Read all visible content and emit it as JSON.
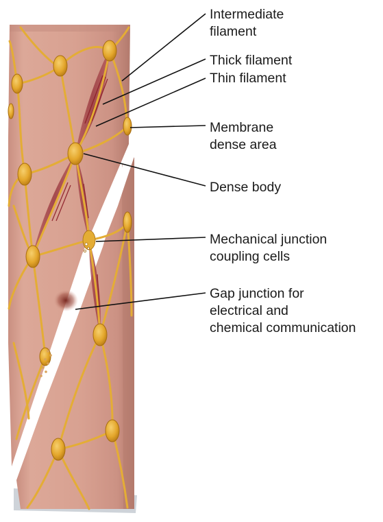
{
  "labels": {
    "intermediate_filament": {
      "line1": "Intermediate",
      "line2": "filament"
    },
    "thick_filament": "Thick filament",
    "thin_filament": "Thin filament",
    "membrane_dense_area": {
      "line1": "Membrane",
      "line2": "dense area"
    },
    "dense_body": "Dense body",
    "mechanical_junction": {
      "line1": "Mechanical junction",
      "line2": "coupling cells"
    },
    "gap_junction": {
      "line1": "Gap junction for",
      "line2": "electrical and",
      "line3": "chemical communication"
    }
  },
  "colors": {
    "cell_body": "#d7a08f",
    "cell_shadow": "#b77f72",
    "filament_network": "#e4ad35",
    "dense_body": "#e1a72d",
    "contractile_bundle": "#a3484b",
    "myofilament_stripe": "#8c1e28",
    "leader_line": "#111111",
    "label_text": "#1a1a1a"
  }
}
